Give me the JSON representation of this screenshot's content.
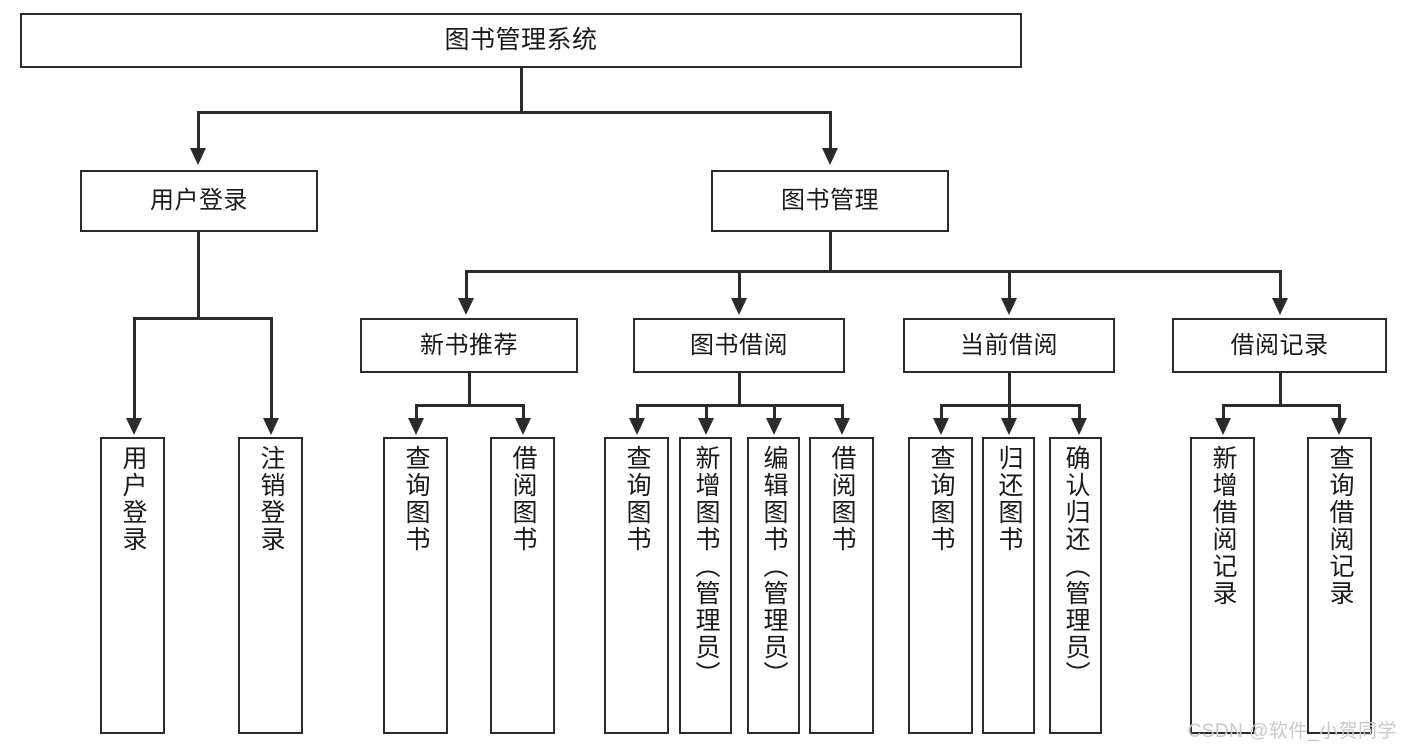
{
  "diagram": {
    "title": "图书管理系统",
    "type": "功能结构图",
    "levels": {
      "root": {
        "label": "图书管理系统"
      },
      "level2": [
        {
          "id": "user-login",
          "label": "用户登录"
        },
        {
          "id": "book-management",
          "label": "图书管理"
        }
      ],
      "level3": [
        {
          "id": "new-book-recommend",
          "label": "新书推荐",
          "parent": "book-management"
        },
        {
          "id": "book-borrow",
          "label": "图书借阅",
          "parent": "book-management"
        },
        {
          "id": "current-borrow",
          "label": "当前借阅",
          "parent": "book-management"
        },
        {
          "id": "borrow-record",
          "label": "借阅记录",
          "parent": "book-management"
        }
      ],
      "leaves": [
        {
          "id": "leaf-user-login",
          "label": "用户登录",
          "parent": "user-login"
        },
        {
          "id": "leaf-logout",
          "label": "注销登录",
          "parent": "user-login"
        },
        {
          "id": "leaf-query-book-1",
          "label": "查询图书",
          "parent": "new-book-recommend"
        },
        {
          "id": "leaf-borrow-book-1",
          "label": "借阅图书",
          "parent": "new-book-recommend"
        },
        {
          "id": "leaf-query-book-2",
          "label": "查询图书",
          "parent": "book-borrow"
        },
        {
          "id": "leaf-add-book",
          "label": "新增图书（管理员）",
          "parent": "book-borrow"
        },
        {
          "id": "leaf-edit-book",
          "label": "编辑图书（管理员）",
          "parent": "book-borrow"
        },
        {
          "id": "leaf-borrow-book-2",
          "label": "借阅图书",
          "parent": "book-borrow"
        },
        {
          "id": "leaf-query-book-3",
          "label": "查询图书",
          "parent": "current-borrow"
        },
        {
          "id": "leaf-return-book",
          "label": "归还图书",
          "parent": "current-borrow"
        },
        {
          "id": "leaf-confirm-return",
          "label": "确认归还（管理员）",
          "parent": "current-borrow"
        },
        {
          "id": "leaf-add-record",
          "label": "新增借阅记录",
          "parent": "borrow-record"
        },
        {
          "id": "leaf-query-record",
          "label": "查询借阅记录",
          "parent": "borrow-record"
        }
      ]
    },
    "watermark": "CSDN @软件_小贺同学",
    "colors": {
      "stroke": "#2b2b2b",
      "fill": "#ffffff",
      "text": "#1a1a1a",
      "watermark": "#c9c9c9"
    }
  }
}
